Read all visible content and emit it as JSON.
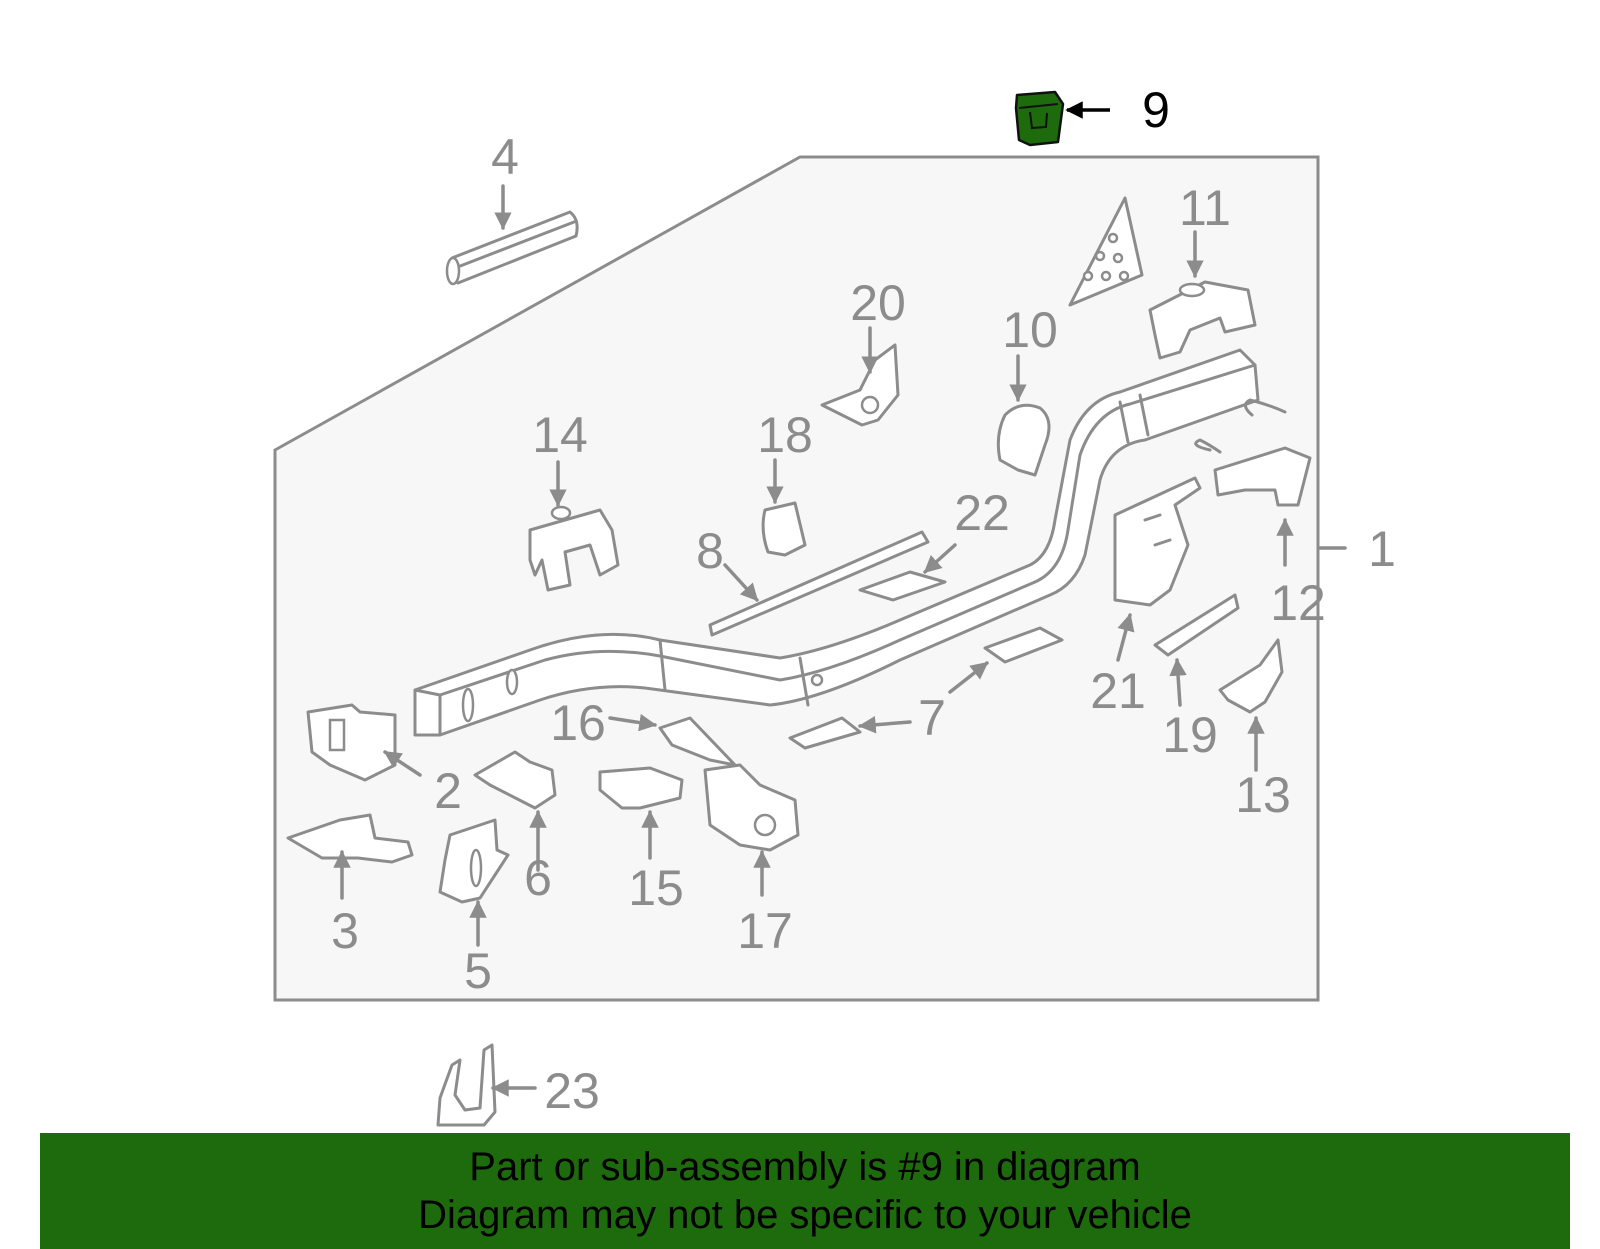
{
  "diagram": {
    "highlight_color": "#1e6b0e",
    "line_color": "#8c8c8c",
    "highlighted_callout": "9",
    "callouts": {
      "c1": "1",
      "c2": "2",
      "c3": "3",
      "c4": "4",
      "c5": "5",
      "c6": "6",
      "c7": "7",
      "c8": "8",
      "c9": "9",
      "c10": "10",
      "c11": "11",
      "c12": "12",
      "c13": "13",
      "c14": "14",
      "c15": "15",
      "c16": "16",
      "c17": "17",
      "c18": "18",
      "c19": "19",
      "c20": "20",
      "c21": "21",
      "c22": "22",
      "c23": "23"
    }
  },
  "banner": {
    "background_color": "#1e6b0e",
    "line1": "Part or sub-assembly is #9 in diagram",
    "line2": "Diagram may not be specific to your vehicle"
  }
}
